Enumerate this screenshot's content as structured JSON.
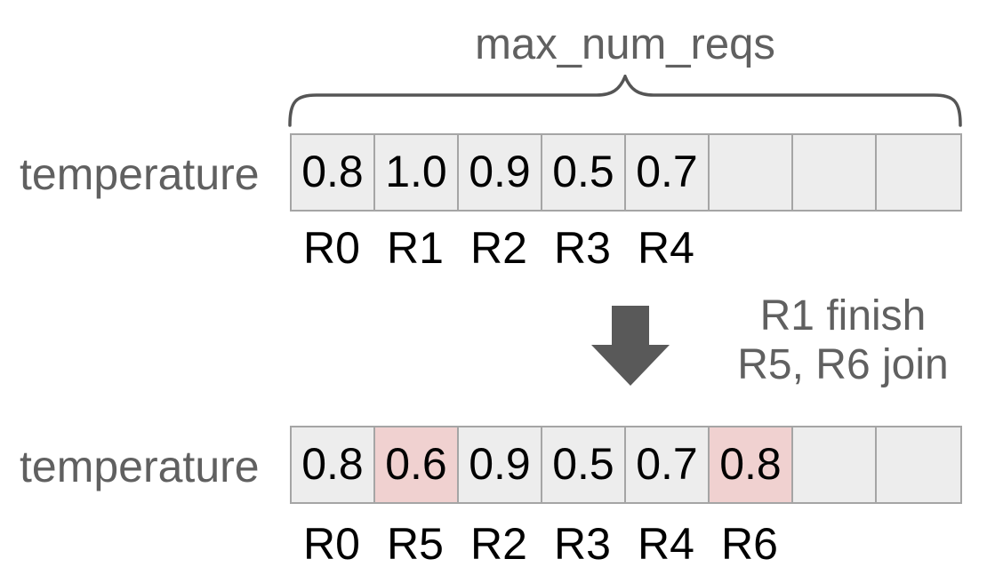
{
  "title": "max_num_reqs",
  "row_label": "temperature",
  "transition": {
    "line1": "R1 finish",
    "line2": "R5, R6 join"
  },
  "before": {
    "values": [
      "0.8",
      "1.0",
      "0.9",
      "0.5",
      "0.7",
      "",
      "",
      ""
    ],
    "labels": [
      "R0",
      "R1",
      "R2",
      "R3",
      "R4"
    ],
    "highlighted_indices": []
  },
  "after": {
    "values": [
      "0.8",
      "0.6",
      "0.9",
      "0.5",
      "0.7",
      "0.8",
      "",
      ""
    ],
    "labels": [
      "R0",
      "R5",
      "R2",
      "R3",
      "R4",
      "R6"
    ],
    "highlighted_indices": [
      1,
      5
    ]
  },
  "colors": {
    "cell_fill": "#ededed",
    "cell_border": "#a5a5a5",
    "highlight_fill": "#f0d1d0",
    "label_gray": "#606060",
    "value_black": "#000000",
    "arrow_gray": "#595959",
    "brace_gray": "#555555"
  }
}
